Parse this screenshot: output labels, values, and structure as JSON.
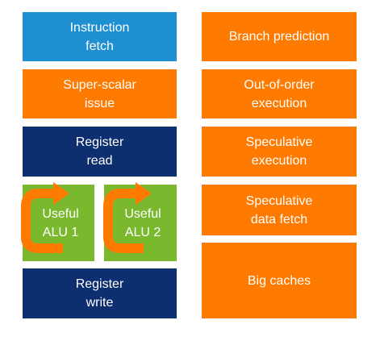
{
  "colors": {
    "blue": "#1e8fd0",
    "orange": "#ff7a00",
    "navy": "#0e2f6f",
    "green": "#7ab82e",
    "arrow": "#ff7a00"
  },
  "left_column": {
    "instruction_fetch": "Instruction\nfetch",
    "superscalar_issue": "Super-scalar\nissue",
    "register_read": "Register\nread",
    "alu1": "Useful\nALU 1",
    "alu2": "Useful\nALU 2",
    "register_write": "Register\nwrite"
  },
  "right_column": {
    "branch_prediction": "Branch prediction",
    "out_of_order": "Out-of-order\nexecution",
    "speculative_execution": "Speculative\nexecution",
    "speculative_data_fetch": "Speculative\ndata fetch",
    "big_caches": "Big caches"
  },
  "icons": [
    "circular-arrow-icon",
    "circular-arrow-icon"
  ]
}
